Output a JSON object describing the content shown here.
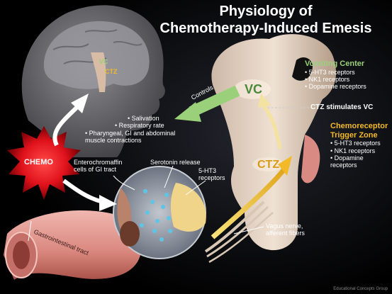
{
  "title": {
    "line1": "Physiology of",
    "line2": "Chemotherapy-Induced Emesis"
  },
  "vomiting_center": {
    "heading": "Vomiting Center",
    "items": [
      "5-HT3 receptors",
      "NK1 receptors",
      "Dopamine receptors"
    ]
  },
  "ctz_stimulates": "CTZ stimulates VC",
  "ctz_zone": {
    "heading_line1": "Chemoreceptor",
    "heading_line2": "Trigger Zone",
    "items": [
      "5-HT3 receptors",
      "NK1 receptors",
      "Dopamine receptors"
    ]
  },
  "controls_label": "Controls",
  "effects": [
    "Salivation",
    "Respiratory rate",
    "Pharyngeal, GI and abdominal muscle contractions"
  ],
  "chemo_label": "CHEMO",
  "enterochromaffin": "Enterochromaffin cells of GI tract",
  "serotonin_release": "Serotonin release",
  "receptors_5ht3": "5-HT3 receptors",
  "vagus_nerve": "Vagus nerve, afferent fibers",
  "gi_tract": "Gastrointestinal tract",
  "brain_labels": {
    "vc": "VC",
    "ctz": "CTZ"
  },
  "stem_labels": {
    "vc": "VC",
    "ctz": "CTZ"
  },
  "credit": "Educational Concepts Group",
  "colors": {
    "gold": "#f2b928",
    "green": "#9ad07a",
    "chemo_red": "#e8222a"
  }
}
